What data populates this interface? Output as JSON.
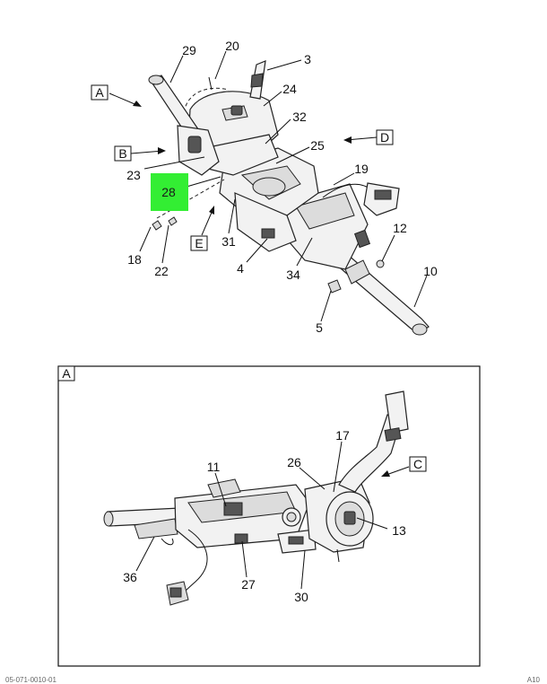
{
  "diagram": {
    "highlight_color": "#33ee33",
    "highlighted_callout": "28",
    "view_labels": {
      "a": "A",
      "b": "B",
      "c": "C",
      "d": "D",
      "e": "E",
      "detail_a": "A",
      "detail_c": "C"
    },
    "callouts_main": {
      "c29": "29",
      "c20": "20",
      "c3": "3",
      "c24": "24",
      "c32": "32",
      "c25": "25",
      "c23": "23",
      "c28": "28",
      "c19": "19",
      "c31": "31",
      "c18": "18",
      "c22": "22",
      "c4": "4",
      "c34": "34",
      "c12": "12",
      "c10": "10",
      "c5": "5"
    },
    "callouts_detail": {
      "c17": "17",
      "c11": "11",
      "c26": "26",
      "c13": "13",
      "c36": "36",
      "c27": "27",
      "c30": "30"
    },
    "footer": {
      "left": "05-071-0010-01",
      "right": "A10"
    }
  }
}
